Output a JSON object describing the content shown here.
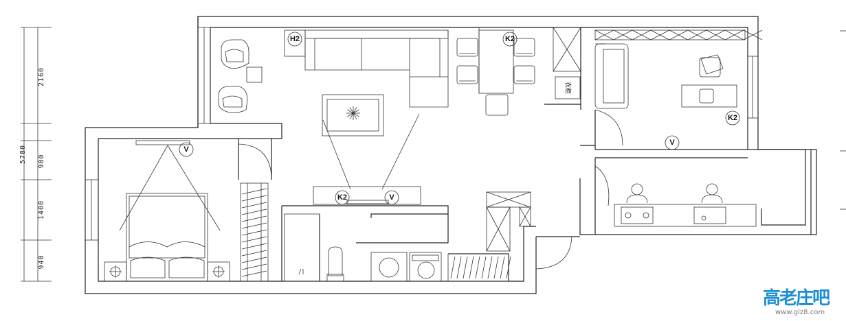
{
  "dimensions": {
    "total": "5780",
    "segments": [
      "2160",
      "900",
      "1400",
      "940"
    ]
  },
  "labels": {
    "h2": "H2",
    "k2": "K2",
    "v": "V",
    "closet": "衣柜"
  },
  "watermark": {
    "brand": "高老庄吧",
    "url": "www.glz8.com"
  },
  "colors": {
    "line": "#222222",
    "watermark_blue": "#1a8fd6",
    "watermark_green": "#4aa84a",
    "watermark_gray": "#7a7a7a"
  }
}
